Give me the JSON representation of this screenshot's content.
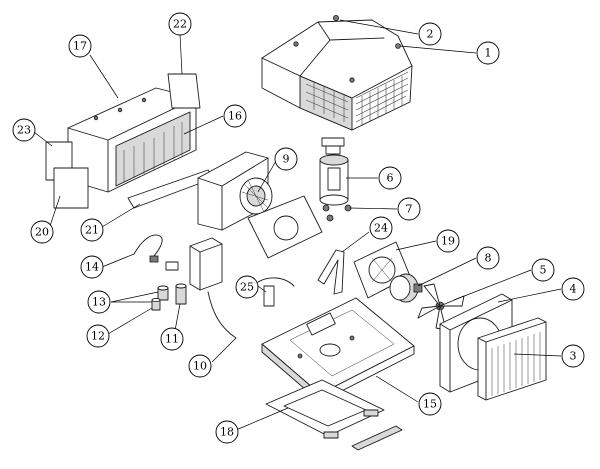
{
  "callouts": [
    {
      "label": "1"
    },
    {
      "label": "2"
    },
    {
      "label": "3"
    },
    {
      "label": "4"
    },
    {
      "label": "5"
    },
    {
      "label": "6"
    },
    {
      "label": "7"
    },
    {
      "label": "8"
    },
    {
      "label": "9"
    },
    {
      "label": "10"
    },
    {
      "label": "11"
    },
    {
      "label": "12"
    },
    {
      "label": "13"
    },
    {
      "label": "14"
    },
    {
      "label": "15"
    },
    {
      "label": "16"
    },
    {
      "label": "17"
    },
    {
      "label": "18"
    },
    {
      "label": "19"
    },
    {
      "label": "20"
    },
    {
      "label": "21"
    },
    {
      "label": "22"
    },
    {
      "label": "23"
    },
    {
      "label": "24"
    },
    {
      "label": "25"
    }
  ]
}
